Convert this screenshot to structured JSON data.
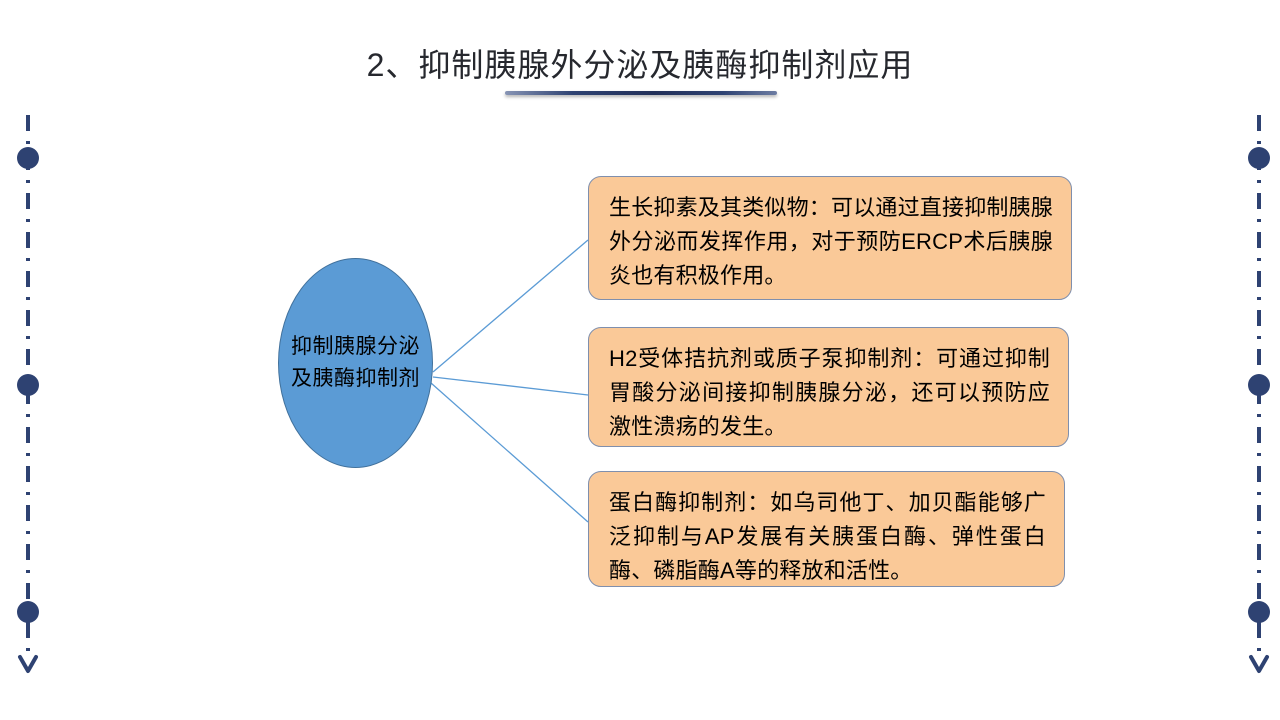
{
  "slide": {
    "title": "2、抑制胰腺外分泌及胰酶抑制剂应用",
    "background_color": "#ffffff",
    "title_color": "#26282e",
    "accent_color": "#2e4272"
  },
  "diagram": {
    "type": "radial-hub-and-spoke",
    "hub": {
      "label": "抑制胰腺分泌\n及胰酶抑制剂",
      "shape": "ellipse",
      "fill_color": "#5b9bd5",
      "border_color": "#41719c",
      "text_color": "#000000"
    },
    "connector_color": "#5b9bd5",
    "branches": [
      {
        "id": "branch-1",
        "text": "生长抑素及其类似物：可以通过直接抑制胰腺外分泌而发挥作用，对于预防ERCP术后胰腺炎也有积极作用。",
        "fill_color": "#fac998",
        "border_color": "#7f8fad"
      },
      {
        "id": "branch-2",
        "text": "H2受体拮抗剂或质子泵抑制剂：可通过抑制胃酸分泌间接抑制胰腺分泌，还可以预防应激性溃疡的发生。",
        "fill_color": "#fac998",
        "border_color": "#7f8fad"
      },
      {
        "id": "branch-3",
        "text": "蛋白酶抑制剂：如乌司他丁、加贝酯能够广泛抑制与AP发展有关胰蛋白酶、弹性蛋白酶、磷脂酶A等的释放和活性。",
        "fill_color": "#fac998",
        "border_color": "#7f8fad"
      }
    ]
  },
  "decoration": {
    "rail_color": "#2e4272",
    "left_rail_name": "dash-dot-line-left",
    "right_rail_name": "dash-dot-line-right",
    "node_count": 3,
    "arrow_direction": "down"
  }
}
